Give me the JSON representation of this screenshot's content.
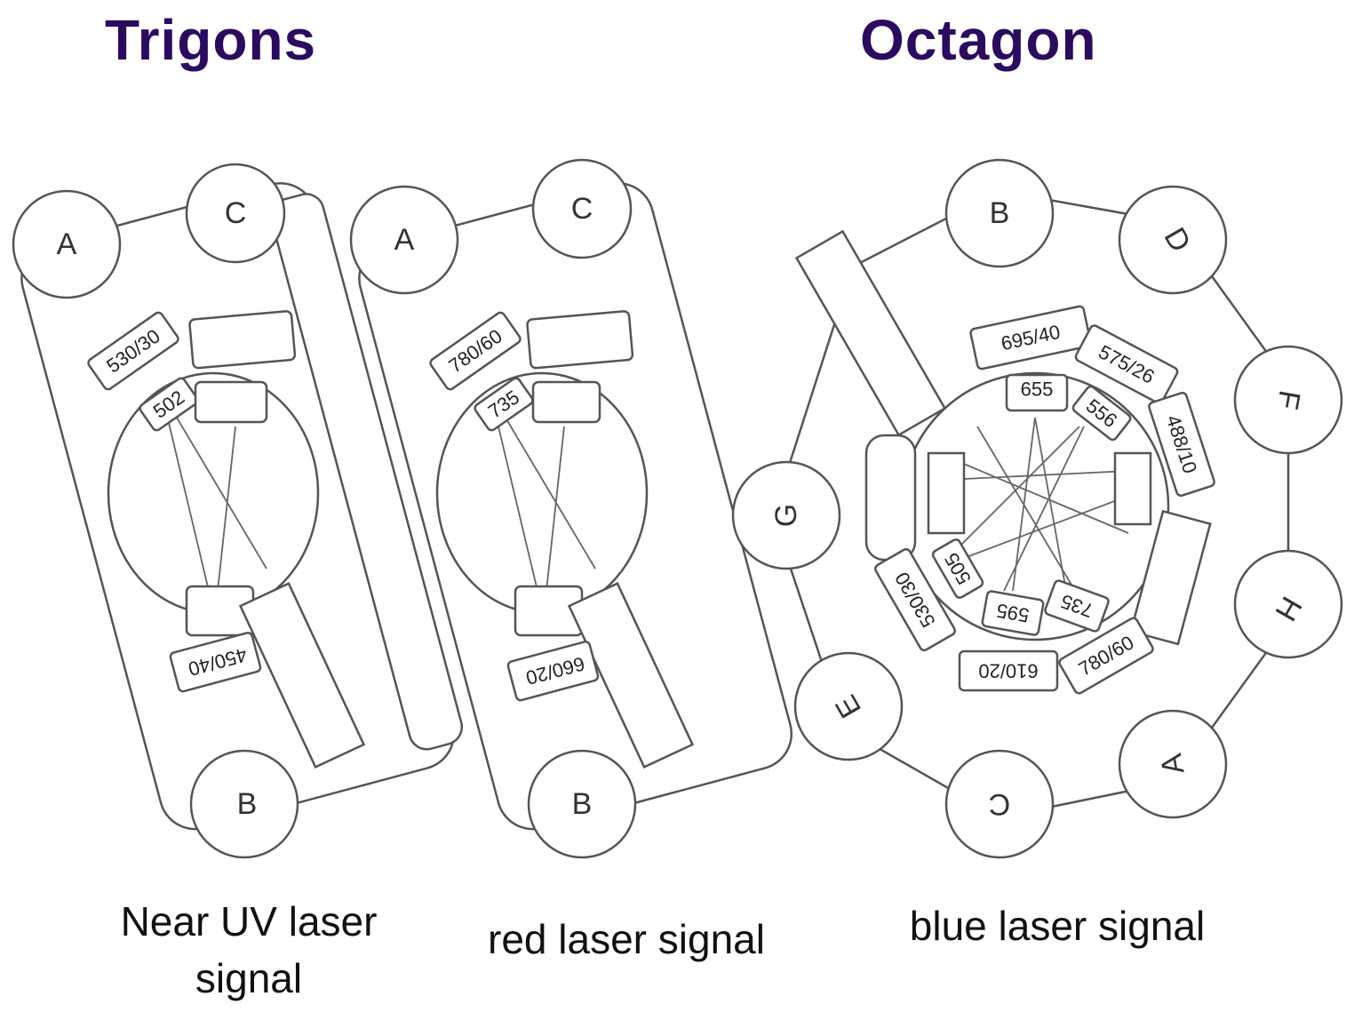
{
  "titles": {
    "trigons": "Trigons",
    "octagon": "Octagon"
  },
  "captions": {
    "near_uv": "Near UV laser signal",
    "red": "red laser signal",
    "blue": "blue laser signal"
  },
  "title_color": "#2b0b5f",
  "trigon_uv": {
    "ports": [
      "A",
      "C",
      "B"
    ],
    "filters": [
      "530/30",
      "502",
      "450/40"
    ]
  },
  "trigon_red": {
    "ports": [
      "A",
      "C",
      "B"
    ],
    "filters": [
      "780/60",
      "735",
      "660/20"
    ]
  },
  "octagon": {
    "ports": [
      "B",
      "D",
      "F",
      "H",
      "A",
      "C",
      "E",
      "G"
    ],
    "filters": [
      "695/40",
      "575/26",
      "655",
      "556",
      "488/10",
      "530/30",
      "505",
      "595",
      "735",
      "780/60",
      "610/20"
    ]
  }
}
